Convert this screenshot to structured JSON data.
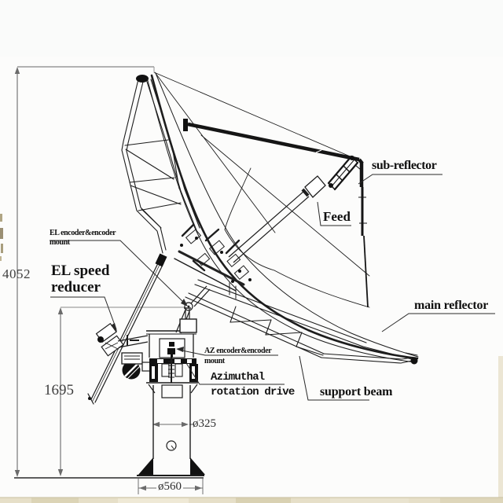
{
  "labels": {
    "sub_reflector": "sub-reflector",
    "feed": "Feed",
    "main_reflector": "main reflector",
    "support_beam": "support beam",
    "el_encoder_line1": "EL encoder&encoder",
    "el_encoder_line2": "mount",
    "el_speed_line1": "EL speed",
    "el_speed_line2": "reducer",
    "az_encoder_line1": "AZ encoder&encoder",
    "az_encoder_line2": "mount",
    "az_drive_line1": "Azimuthal",
    "az_drive_line2": "rotation drive"
  },
  "dimensions": {
    "overall_height": "4052",
    "mount_height": "1695",
    "column_diameter": "ø325",
    "base_diameter": "ø560"
  },
  "colors": {
    "line": "#1d1d1d",
    "dimension_line": "#6b6b6b",
    "label_text": "#101010",
    "dimension_text": "#3f3f3f",
    "background": "#fcfcfb",
    "bottom_band": "#e6dfc8"
  }
}
